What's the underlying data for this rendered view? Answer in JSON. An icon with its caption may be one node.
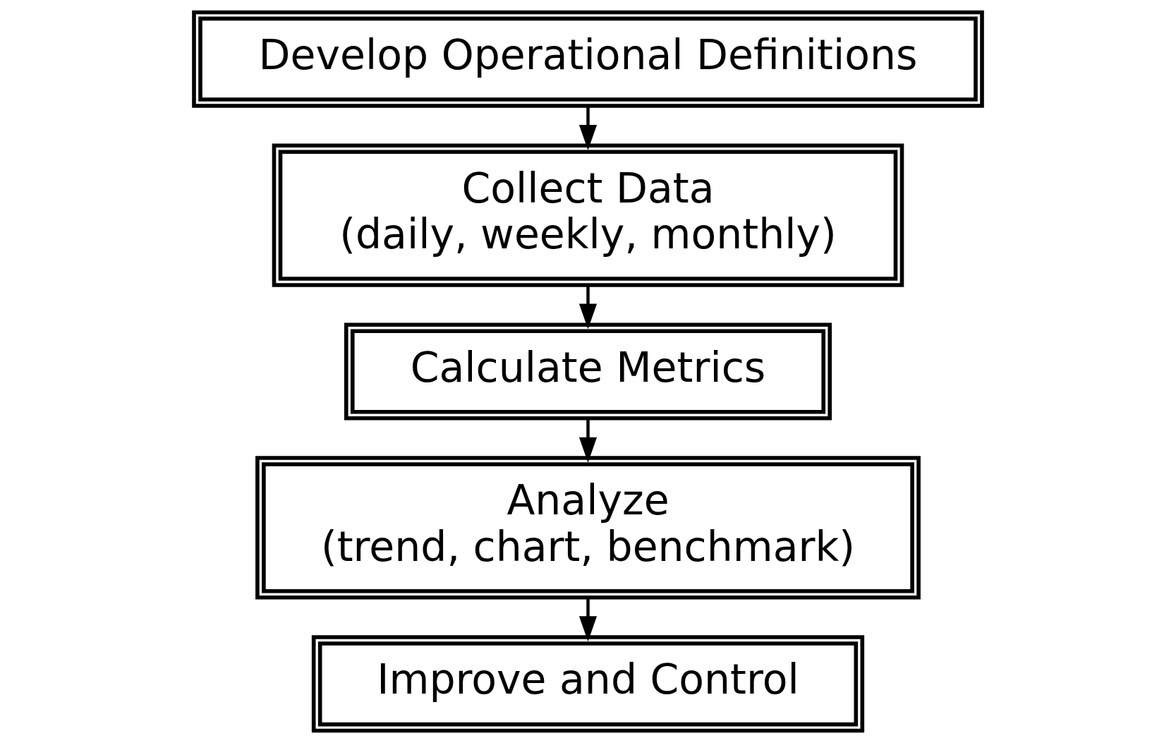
{
  "diagram": {
    "nodes": [
      {
        "text": [
          "Develop Operational Definitions"
        ]
      },
      {
        "text": [
          "Collect Data",
          "(daily, weekly, monthly)"
        ]
      },
      {
        "text": [
          "Calculate Metrics"
        ]
      },
      {
        "text": [
          "Analyze",
          "(trend, chart, benchmark)"
        ]
      },
      {
        "text": [
          "Improve and Control"
        ]
      }
    ],
    "edges": [
      {
        "from": 0,
        "to": 1,
        "arrow": "to"
      },
      {
        "from": 1,
        "to": 2,
        "arrow": "to"
      },
      {
        "from": 2,
        "to": 3,
        "arrow": "to"
      },
      {
        "from": 3,
        "to": 4,
        "arrow": "to"
      }
    ]
  }
}
